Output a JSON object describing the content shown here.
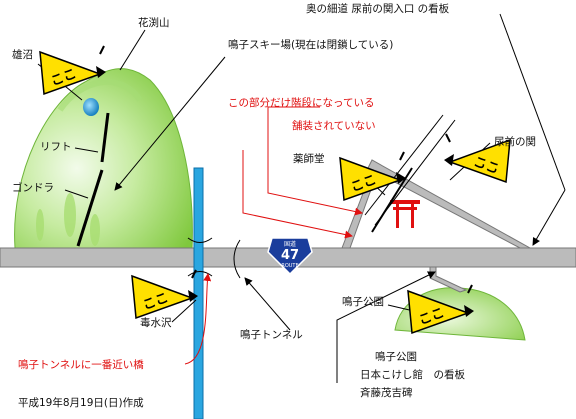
{
  "labels": {
    "hanabuchi": "花渕山",
    "onuma": "雄沼",
    "narugo_ski": "鳴子スキー場(現在は閉鎖している)",
    "lift": "リフト",
    "gondola": "ゴンドラ",
    "kaidan_note": "この部分だけ階段になっている",
    "unpaved_note": "舗装されていない",
    "yakushido": "薬師堂",
    "shitomae_seki": "尿前の関",
    "hosomichi_sign": "奥の細道 尿前の関入口 の看板",
    "route_top": "国道",
    "route_num": "47",
    "route_bottom": "ROUTE",
    "dokusuizawa": "毒水沢",
    "narugo_tunnel": "鳴子トンネル",
    "closest_bridge": "鳴子トンネルに一番近い橋",
    "narugo_park": "鳴子公園",
    "park_line1": "鳴子公園",
    "park_line2": "日本こけし館　の看板",
    "park_line3": "斉藤茂吉碑",
    "created": "平成19年8月19日(日)作成",
    "koko": "ここ"
  },
  "colors": {
    "mountain": "#8ed04a",
    "mountain_light": "#e6f6d6",
    "road": "#bbbbbb",
    "river": "#2aa6e0",
    "sign_yellow": "#ffe000",
    "accent_red": "#e01010",
    "route_blue": "#1a3d9c"
  }
}
